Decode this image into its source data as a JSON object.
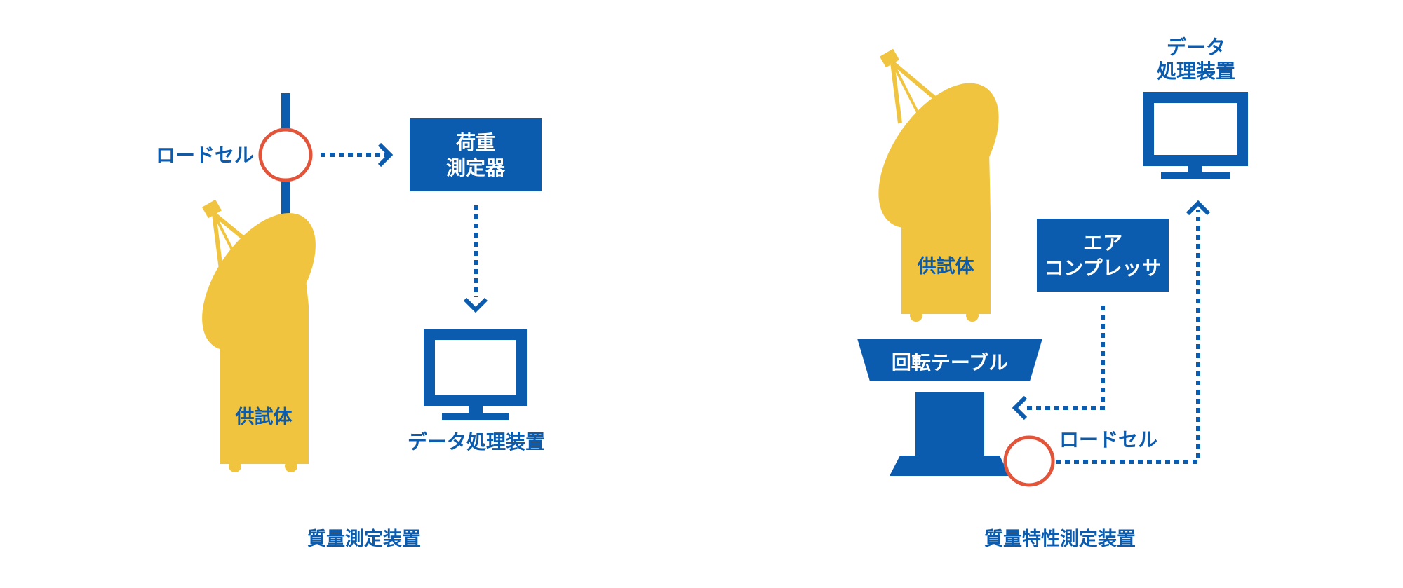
{
  "colors": {
    "blue": "#0b5cae",
    "yellow": "#f1c43f",
    "red": "#e2553b",
    "white": "#ffffff"
  },
  "left_diagram": {
    "load_cell_label": "ロードセル",
    "load_meter_line1": "荷重",
    "load_meter_line2": "測定器",
    "test_object_label": "供試体",
    "data_processor_label": "データ処理装置",
    "caption": "質量測定装置"
  },
  "right_diagram": {
    "data_processor_line1": "データ",
    "data_processor_line2": "処理装置",
    "test_object_label": "供試体",
    "compressor_line1": "エア",
    "compressor_line2": "コンプレッサ",
    "turntable_label": "回転テーブル",
    "load_cell_label": "ロードセル",
    "caption": "質量特性測定装置"
  },
  "icons": [
    "antenna-icon",
    "monitor-icon",
    "load-cell-icon",
    "arrow-icon"
  ]
}
